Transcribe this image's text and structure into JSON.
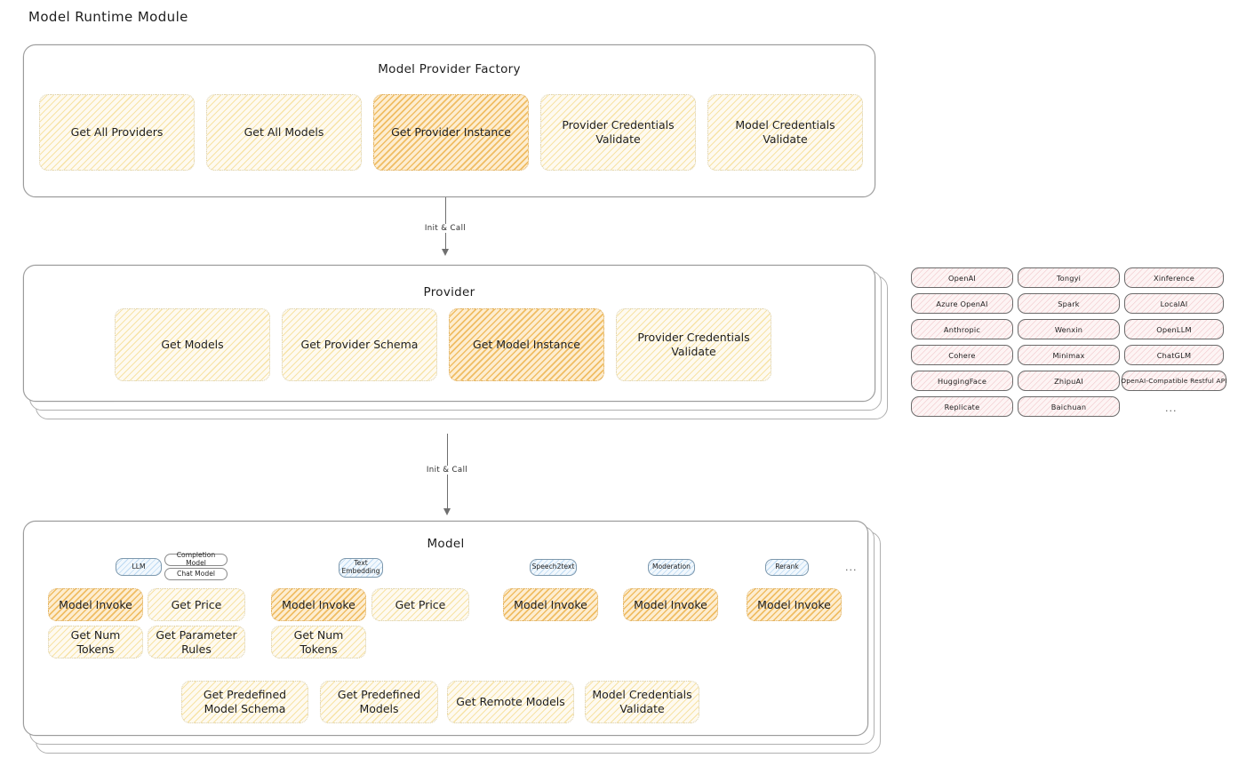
{
  "page": {
    "title": "Model Runtime Module"
  },
  "colors": {
    "accent_light": "#fdf0c8",
    "accent_strong": "#f5c87a",
    "provider_chip": "#fbeff0",
    "badge_blue": "#d6e9f8",
    "stroke": "#6b6b6b"
  },
  "factory": {
    "title": "Model Provider Factory",
    "items": [
      {
        "label": "Get All Providers",
        "highlight": false
      },
      {
        "label": "Get All Models",
        "highlight": false
      },
      {
        "label": "Get Provider Instance",
        "highlight": true
      },
      {
        "label": "Provider Credentials Validate",
        "highlight": false
      },
      {
        "label": "Model Credentials Validate",
        "highlight": false
      }
    ]
  },
  "arrows": [
    {
      "label": "Init & Call"
    },
    {
      "label": "Init & Call"
    }
  ],
  "provider": {
    "title": "Provider",
    "items": [
      {
        "label": "Get Models",
        "highlight": false
      },
      {
        "label": "Get Provider Schema",
        "highlight": false
      },
      {
        "label": "Get Model Instance",
        "highlight": true
      },
      {
        "label": "Provider Credentials Validate",
        "highlight": false
      }
    ]
  },
  "provider_list": {
    "columns": [
      [
        "OpenAI",
        "Azure OpenAI",
        "Anthropic",
        "Cohere",
        "HuggingFace",
        "Replicate"
      ],
      [
        "Tongyi",
        "Spark",
        "Wenxin",
        "Minimax",
        "ZhipuAI",
        "Baichuan"
      ],
      [
        "Xinference",
        "LocalAI",
        "OpenLLM",
        "ChatGLM",
        "OpenAI-Compatible Restful API"
      ]
    ],
    "more": "..."
  },
  "model": {
    "title": "Model",
    "more": "...",
    "types": [
      {
        "badge": "LLM",
        "sub_badges": [
          "Completion Model",
          "Chat Model"
        ],
        "actions": [
          {
            "label": "Model Invoke",
            "highlight": true
          },
          {
            "label": "Get Price",
            "highlight": false
          },
          {
            "label": "Get Num Tokens",
            "highlight": false
          },
          {
            "label": "Get Parameter Rules",
            "highlight": false
          }
        ]
      },
      {
        "badge": "Text\nEmbedding",
        "sub_badges": [],
        "actions": [
          {
            "label": "Model Invoke",
            "highlight": true
          },
          {
            "label": "Get Price",
            "highlight": false
          },
          {
            "label": "Get Num Tokens",
            "highlight": false
          }
        ]
      },
      {
        "badge": "Speech2text",
        "sub_badges": [],
        "actions": [
          {
            "label": "Model Invoke",
            "highlight": true
          }
        ]
      },
      {
        "badge": "Moderation",
        "sub_badges": [],
        "actions": [
          {
            "label": "Model Invoke",
            "highlight": true
          }
        ]
      },
      {
        "badge": "Rerank",
        "sub_badges": [],
        "actions": [
          {
            "label": "Model Invoke",
            "highlight": true
          }
        ]
      }
    ],
    "common_actions": [
      {
        "label": "Get Predefined Model Schema"
      },
      {
        "label": "Get Predefined Models"
      },
      {
        "label": "Get Remote Models"
      },
      {
        "label": "Model Credentials Validate"
      }
    ]
  }
}
